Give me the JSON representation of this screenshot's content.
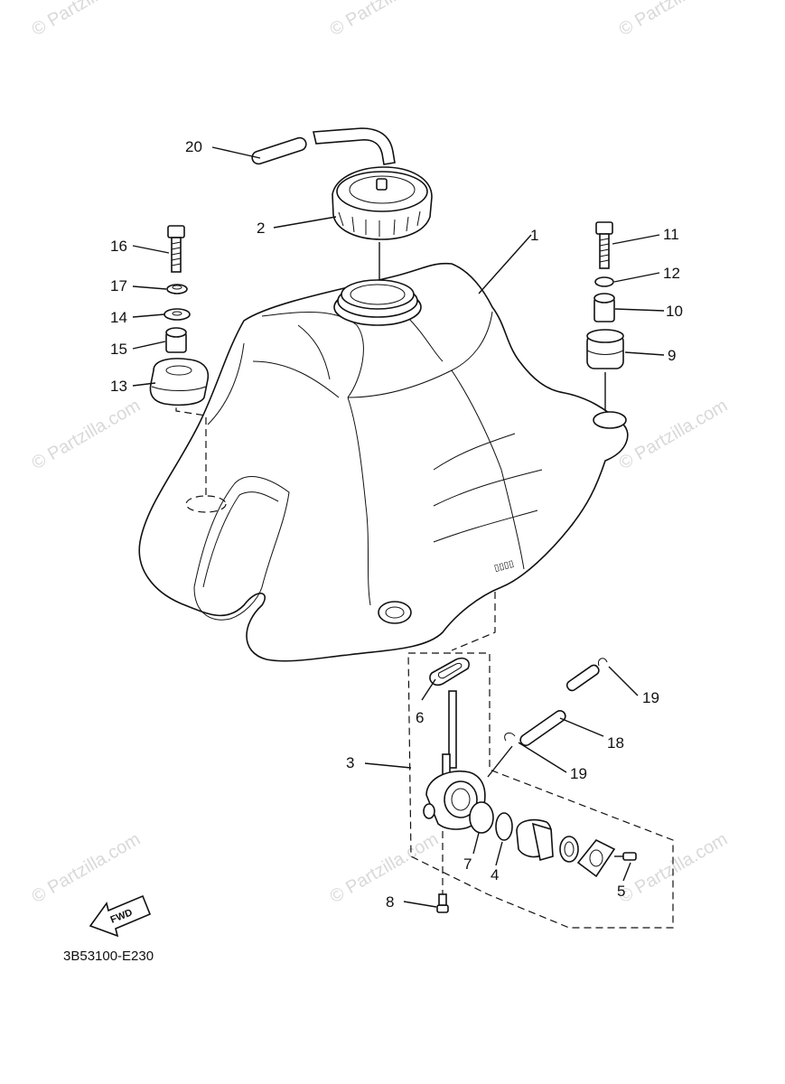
{
  "watermark": "© Partzilla.com",
  "diagram_code": "3B53100-E230",
  "fwd_label": "FWD",
  "callouts": [
    "1",
    "2",
    "3",
    "4",
    "5",
    "6",
    "7",
    "8",
    "9",
    "10",
    "11",
    "12",
    "13",
    "14",
    "15",
    "16",
    "17",
    "18",
    "19",
    "19",
    "20"
  ]
}
